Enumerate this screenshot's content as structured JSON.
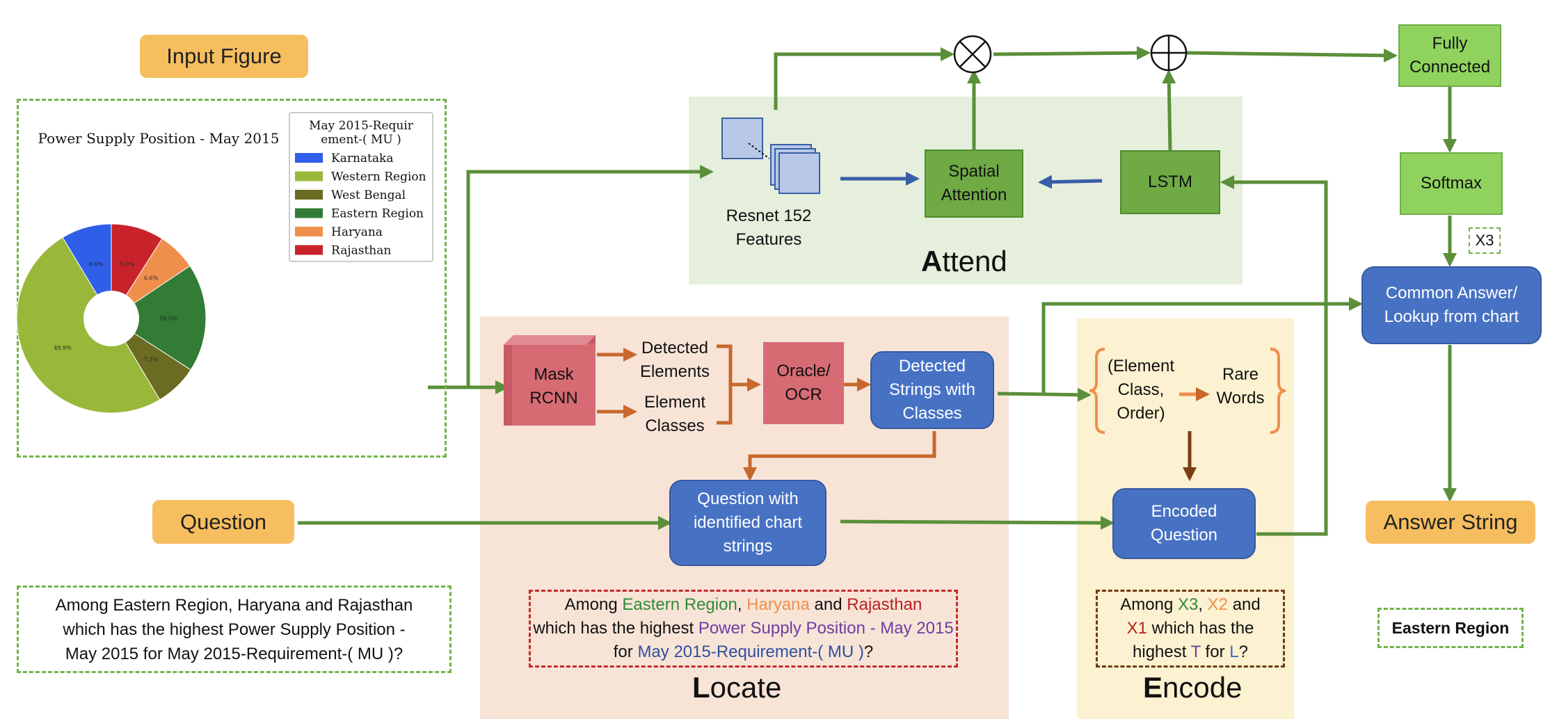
{
  "regions": {
    "attend": {
      "title_big": "A",
      "title_rest": "ttend"
    },
    "locate": {
      "title_big": "L",
      "title_rest": "ocate"
    },
    "encode": {
      "title_big": "E",
      "title_rest": "ncode"
    }
  },
  "labels": {
    "input_figure": "Input Figure",
    "question": "Question",
    "answer_string": "Answer String"
  },
  "nodes": {
    "resnet": [
      "Resnet 152",
      "Features"
    ],
    "spatial_attention": [
      "Spatial",
      "Attention"
    ],
    "lstm": "LSTM",
    "fully_connected": [
      "Fully",
      "Connected"
    ],
    "softmax": "Softmax",
    "x3_badge": "X3",
    "common_answer": [
      "Common Answer/",
      "Lookup from chart"
    ],
    "mask_rcnn": [
      "Mask",
      "RCNN"
    ],
    "detected_elements": [
      "Detected",
      "Elements"
    ],
    "element_classes": [
      "Element",
      "Classes"
    ],
    "oracle_ocr": [
      "Oracle/",
      "OCR"
    ],
    "detected_strings": [
      "Detected",
      "Strings with",
      "Classes"
    ],
    "element_class_order": [
      "(Element",
      "Class,",
      "Order)"
    ],
    "rare_words": [
      "Rare",
      "Words"
    ],
    "question_identified": [
      "Question with",
      "identified chart",
      "strings"
    ],
    "encoded_question": [
      "Encoded",
      "Question"
    ]
  },
  "question_text": [
    "Among Eastern Region, Haryana and Rajasthan",
    "which has the highest Power Supply Position -",
    "May 2015 for May 2015-Requirement-( MU )?"
  ],
  "locate_example": {
    "p1": "Among ",
    "c1": "Eastern Region",
    "p2": ", ",
    "c2": "Haryana",
    "p3": " and ",
    "c3": "Rajasthan",
    "p4": "which has the highest ",
    "c4": "Power Supply Position - May 2015",
    "p5": " for ",
    "c5": "May 2015-Requirement-( MU )",
    "p6": "?"
  },
  "encode_example": {
    "p1": "Among ",
    "c1": "X3",
    "p2": ", ",
    "c2": "X2",
    "p3": " and",
    "c3": "X1",
    "p4": " which has the",
    "p5": "highest ",
    "c4": "T",
    "p6": " for ",
    "c5": "L",
    "p7": "?"
  },
  "answer": "Eastern Region",
  "colors": {
    "arrow_green": "#5b8f3a",
    "arrow_orange": "#c8682c",
    "arrow_blue": "#3a5da8",
    "attend_bg": "#e5efdc",
    "locate_bg": "#f7e4d7",
    "encode_bg": "#fcf1d0"
  },
  "chart_data": {
    "type": "pie",
    "title": "Power Supply Position - May 2015",
    "legend_title": "May 2015-Requirement-( MU )",
    "legend_position": "top-right",
    "donut": true,
    "series": [
      {
        "name": "Karnataka",
        "value": 8.6,
        "label": "8.6%",
        "color": "#2f5fe8"
      },
      {
        "name": "Western Region",
        "value": 49.9,
        "label": "49.9%",
        "color": "#99b83a"
      },
      {
        "name": "West Bengal",
        "value": 7.3,
        "label": "7.3%",
        "color": "#6b6b22"
      },
      {
        "name": "Eastern Region",
        "value": 18.5,
        "label": "18.5%",
        "color": "#327c36"
      },
      {
        "name": "Haryana",
        "value": 6.6,
        "label": "6.6%",
        "color": "#ef8f4c"
      },
      {
        "name": "Rajasthan",
        "value": 9.0,
        "label": "9.0%",
        "color": "#c8232a"
      }
    ]
  }
}
